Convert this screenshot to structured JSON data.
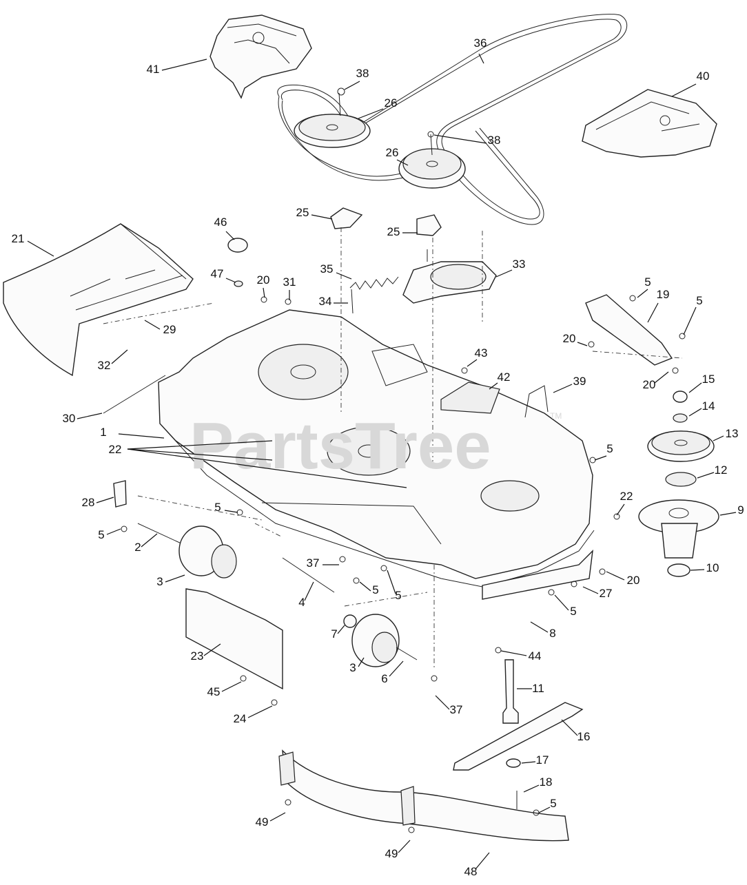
{
  "watermark": {
    "text": "PartsTree",
    "trademark": "TM"
  },
  "callouts": [
    {
      "id": "c1",
      "label": "1"
    },
    {
      "id": "c2",
      "label": "2"
    },
    {
      "id": "c3a",
      "label": "3"
    },
    {
      "id": "c3b",
      "label": "3"
    },
    {
      "id": "c4",
      "label": "4"
    },
    {
      "id": "c5a",
      "label": "5"
    },
    {
      "id": "c5b",
      "label": "5"
    },
    {
      "id": "c5c",
      "label": "5"
    },
    {
      "id": "c5d",
      "label": "5"
    },
    {
      "id": "c5e",
      "label": "5"
    },
    {
      "id": "c5f",
      "label": "5"
    },
    {
      "id": "c5g",
      "label": "5"
    },
    {
      "id": "c5h",
      "label": "5"
    },
    {
      "id": "c5i",
      "label": "5"
    },
    {
      "id": "c5j",
      "label": "5"
    },
    {
      "id": "c6",
      "label": "6"
    },
    {
      "id": "c7",
      "label": "7"
    },
    {
      "id": "c8",
      "label": "8"
    },
    {
      "id": "c9",
      "label": "9"
    },
    {
      "id": "c10",
      "label": "10"
    },
    {
      "id": "c11",
      "label": "11"
    },
    {
      "id": "c12",
      "label": "12"
    },
    {
      "id": "c13",
      "label": "13"
    },
    {
      "id": "c14",
      "label": "14"
    },
    {
      "id": "c15",
      "label": "15"
    },
    {
      "id": "c16",
      "label": "16"
    },
    {
      "id": "c17",
      "label": "17"
    },
    {
      "id": "c18",
      "label": "18"
    },
    {
      "id": "c19",
      "label": "19"
    },
    {
      "id": "c20a",
      "label": "20"
    },
    {
      "id": "c20b",
      "label": "20"
    },
    {
      "id": "c20c",
      "label": "20"
    },
    {
      "id": "c20d",
      "label": "20"
    },
    {
      "id": "c21",
      "label": "21"
    },
    {
      "id": "c22a",
      "label": "22"
    },
    {
      "id": "c22b",
      "label": "22"
    },
    {
      "id": "c23",
      "label": "23"
    },
    {
      "id": "c24",
      "label": "24"
    },
    {
      "id": "c25a",
      "label": "25"
    },
    {
      "id": "c25b",
      "label": "25"
    },
    {
      "id": "c26a",
      "label": "26"
    },
    {
      "id": "c26b",
      "label": "26"
    },
    {
      "id": "c27",
      "label": "27"
    },
    {
      "id": "c28",
      "label": "28"
    },
    {
      "id": "c29",
      "label": "29"
    },
    {
      "id": "c30",
      "label": "30"
    },
    {
      "id": "c31",
      "label": "31"
    },
    {
      "id": "c32",
      "label": "32"
    },
    {
      "id": "c33",
      "label": "33"
    },
    {
      "id": "c34",
      "label": "34"
    },
    {
      "id": "c35",
      "label": "35"
    },
    {
      "id": "c36",
      "label": "36"
    },
    {
      "id": "c37a",
      "label": "37"
    },
    {
      "id": "c37b",
      "label": "37"
    },
    {
      "id": "c38a",
      "label": "38"
    },
    {
      "id": "c38b",
      "label": "38"
    },
    {
      "id": "c39",
      "label": "39"
    },
    {
      "id": "c40",
      "label": "40"
    },
    {
      "id": "c41",
      "label": "41"
    },
    {
      "id": "c42",
      "label": "42"
    },
    {
      "id": "c43",
      "label": "43"
    },
    {
      "id": "c44",
      "label": "44"
    },
    {
      "id": "c45",
      "label": "45"
    },
    {
      "id": "c46",
      "label": "46"
    },
    {
      "id": "c47",
      "label": "47"
    },
    {
      "id": "c48",
      "label": "48"
    },
    {
      "id": "c49a",
      "label": "49"
    },
    {
      "id": "c49b",
      "label": "49"
    }
  ]
}
